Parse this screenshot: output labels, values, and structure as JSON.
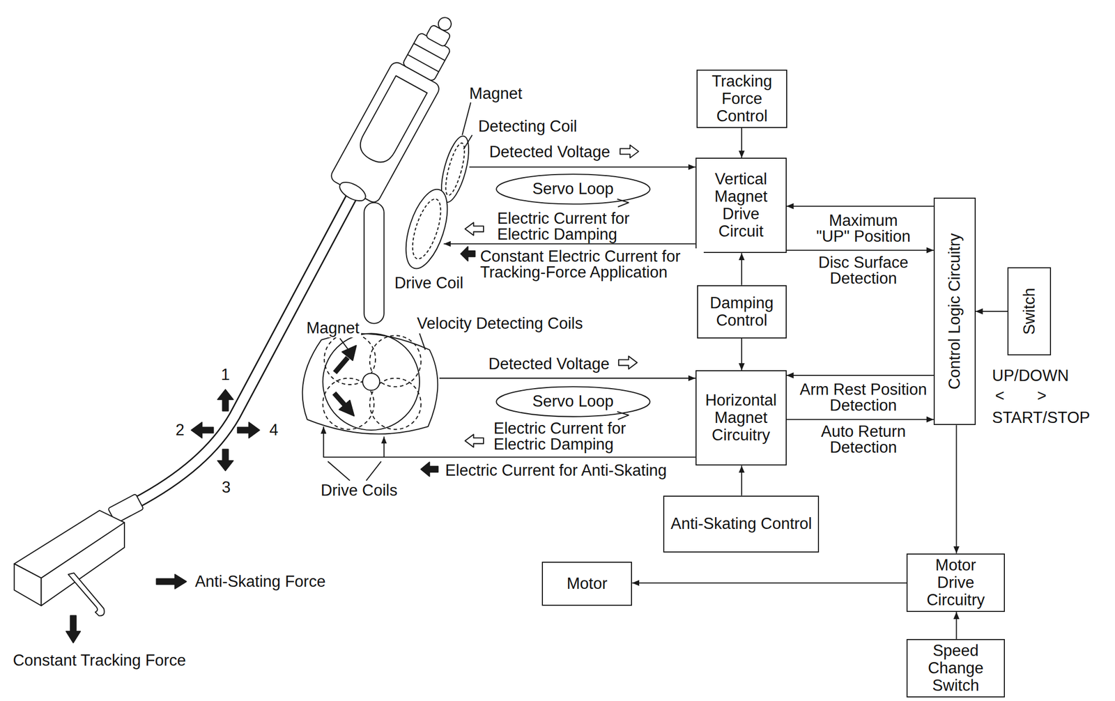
{
  "diagram": {
    "nodes": [
      {
        "text": [
          "Tracking Force Control"
        ]
      },
      {
        "text": [
          "Vertical Magnet Drive Circuit"
        ]
      },
      {
        "text": [
          "Damping Control"
        ]
      },
      {
        "text": [
          "Horizontal Magnet Circuitry"
        ]
      },
      {
        "text": [
          "Anti-Skating Control"
        ]
      },
      {
        "text": [
          "Control Logic Circuitry"
        ]
      },
      {
        "text": [
          "Switch"
        ]
      },
      {
        "text": [
          "Motor"
        ]
      },
      {
        "text": [
          "Motor Drive Circuitry"
        ]
      },
      {
        "text": [
          "Speed Change Switch"
        ]
      }
    ],
    "edges": [
      {
        "from": 0,
        "to": 1,
        "arrow": "to"
      },
      {
        "from": 2,
        "to": 1,
        "arrow": "to"
      },
      {
        "from": 2,
        "to": 3,
        "arrow": "to"
      },
      {
        "from": 4,
        "to": 3,
        "arrow": "to"
      },
      {
        "from": 5,
        "to": 1,
        "arrow": "to"
      },
      {
        "from": 1,
        "to": 5,
        "arrow": "to"
      },
      {
        "from": 5,
        "to": 3,
        "arrow": "to"
      },
      {
        "from": 3,
        "to": 5,
        "arrow": "to"
      },
      {
        "from": 6,
        "to": 5,
        "arrow": "to"
      },
      {
        "from": 5,
        "to": 8,
        "arrow": "to"
      },
      {
        "from": 8,
        "to": 7,
        "arrow": "to"
      },
      {
        "from": 9,
        "to": 8,
        "arrow": "to"
      }
    ],
    "labels": [
      "Magnet",
      "Detecting Coil",
      "Detected Voltage",
      "Servo Loop",
      "Electric Current for Electric Damping",
      "Constant Electric Current for Tracking-Force Application",
      "Drive Coil",
      "Magnet",
      "Velocity Detecting Coils",
      "Detected Voltage",
      "Servo Loop",
      "Electric Current for Electric Damping",
      "Electric Current for Anti-Skating",
      "Drive Coils",
      "1",
      "2",
      "3",
      "4",
      "Anti-Skating Force",
      "Constant Tracking Force",
      "Maximum \"UP\" Position",
      "Disc Surface Detection",
      "Arm Rest Position Detection",
      "Auto Return Detection",
      "UP/DOWN",
      "<",
      ">",
      "START/STOP"
    ]
  }
}
